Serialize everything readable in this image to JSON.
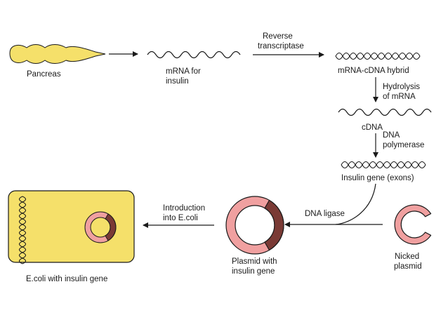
{
  "labels": {
    "pancreas": "Pancreas",
    "mrna_line1": "mRNA for",
    "mrna_line2": "insulin",
    "reverse_line1": "Reverse",
    "reverse_line2": "transcriptase",
    "hybrid": "mRNA-cDNA hybrid",
    "hydrolysis_line1": "Hydrolysis",
    "hydrolysis_line2": "of mRNA",
    "cdna": "cDNA",
    "dna_pol_line1": "DNA",
    "dna_pol_line2": "polymerase",
    "insulin_gene": "Insulin gene (exons)",
    "dna_ligase": "DNA ligase",
    "nicked_line1": "Nicked",
    "nicked_line2": "plasmid",
    "plasmid_line1": "Plasmid with",
    "plasmid_line2": "insulin gene",
    "intro_line1": "Introduction",
    "intro_line2": "into E.coli",
    "ecoli": "E.coli with insulin gene"
  },
  "colors": {
    "pancreas": "#f5e06a",
    "ecoli_cell": "#f5e06a",
    "plasmid": "#f0a0a0",
    "insert": "#7a3a35",
    "stroke": "#1a1a1a"
  }
}
